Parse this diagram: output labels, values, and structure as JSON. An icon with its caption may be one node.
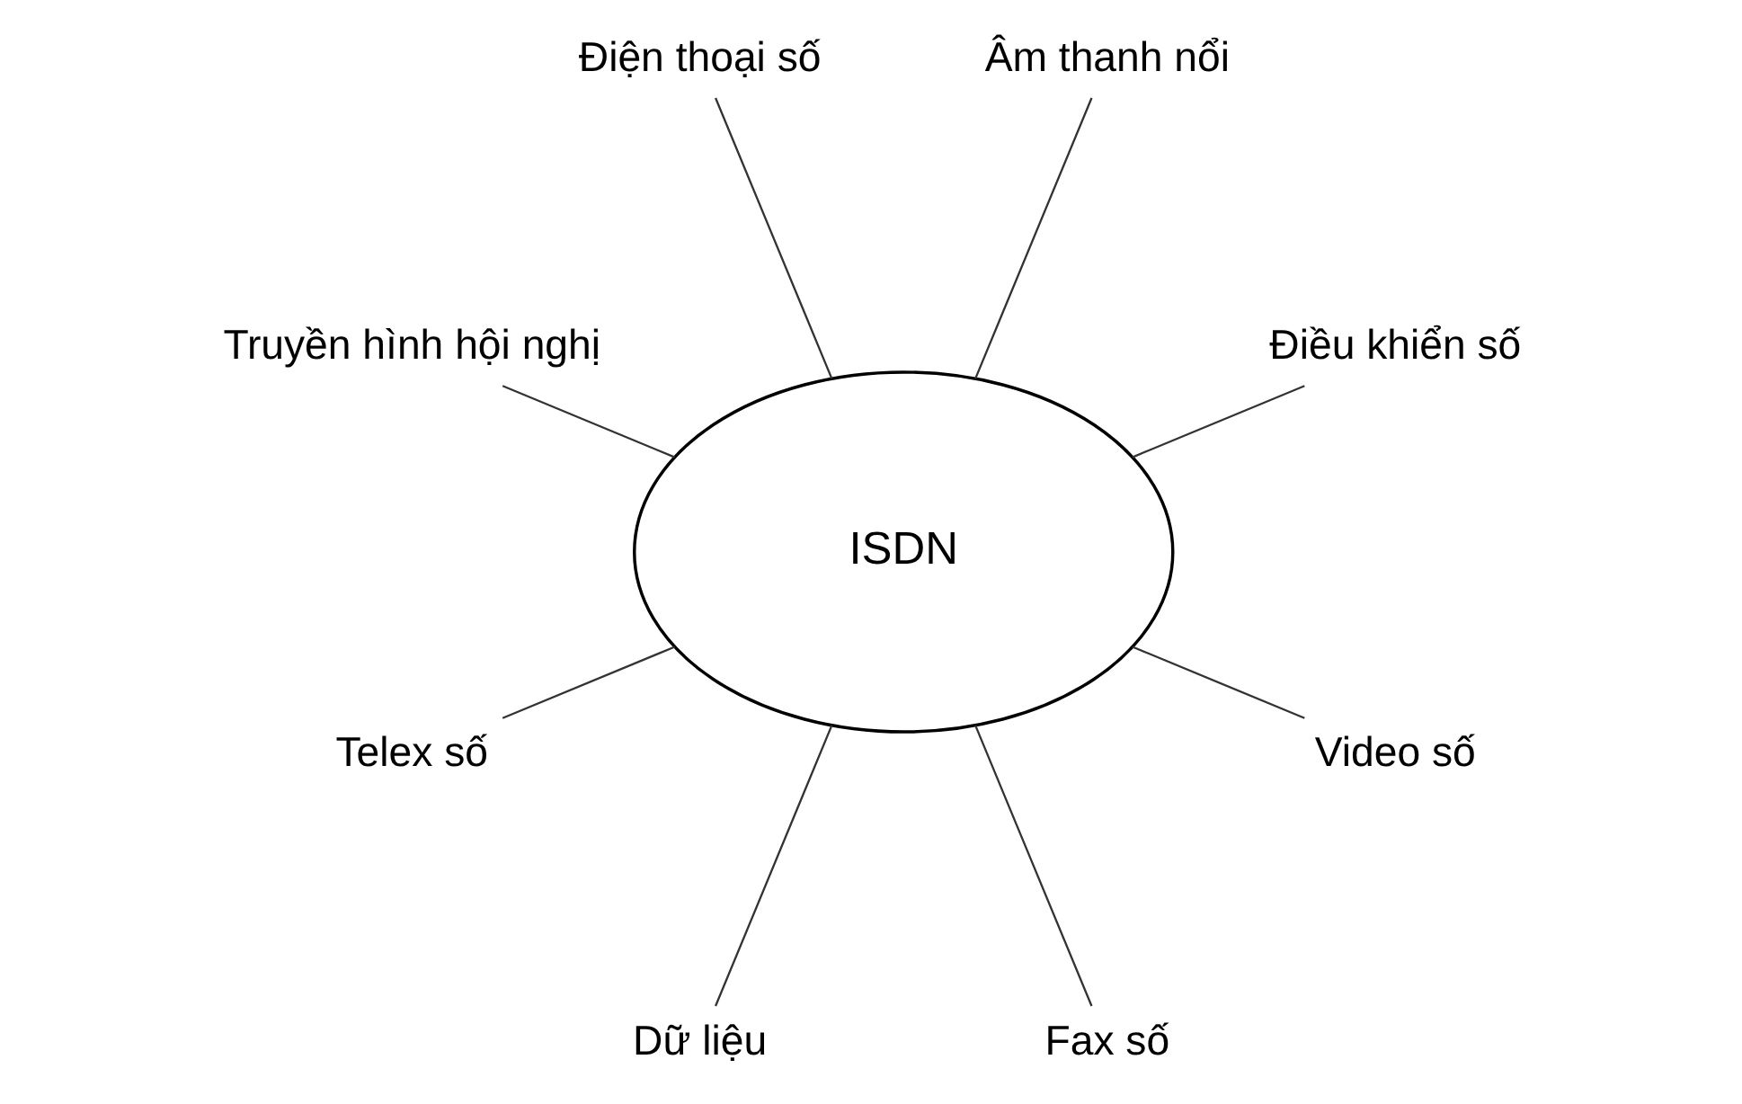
{
  "diagram": {
    "nodes": [
      {
        "text": [
          "ISDN"
        ]
      },
      {
        "text": [
          "Điều khiển số"
        ]
      },
      {
        "text": [
          "Âm thanh nổi"
        ]
      },
      {
        "text": [
          "Điện thoại số"
        ]
      },
      {
        "text": [
          "Truyền hình hội nghị"
        ]
      },
      {
        "text": [
          "Telex số"
        ]
      },
      {
        "text": [
          "Dữ liệu"
        ]
      },
      {
        "text": [
          "Fax số"
        ]
      },
      {
        "text": [
          "Video số"
        ]
      }
    ],
    "edges": [
      {
        "from": 1,
        "to": 0,
        "arrow": "none"
      },
      {
        "from": 2,
        "to": 0,
        "arrow": "none"
      },
      {
        "from": 3,
        "to": 0,
        "arrow": "none"
      },
      {
        "from": 4,
        "to": 0,
        "arrow": "none"
      },
      {
        "from": 5,
        "to": 0,
        "arrow": "none"
      },
      {
        "from": 6,
        "to": 0,
        "arrow": "none"
      },
      {
        "from": 7,
        "to": 0,
        "arrow": "none"
      },
      {
        "from": 8,
        "to": 0,
        "arrow": "none"
      }
    ]
  }
}
